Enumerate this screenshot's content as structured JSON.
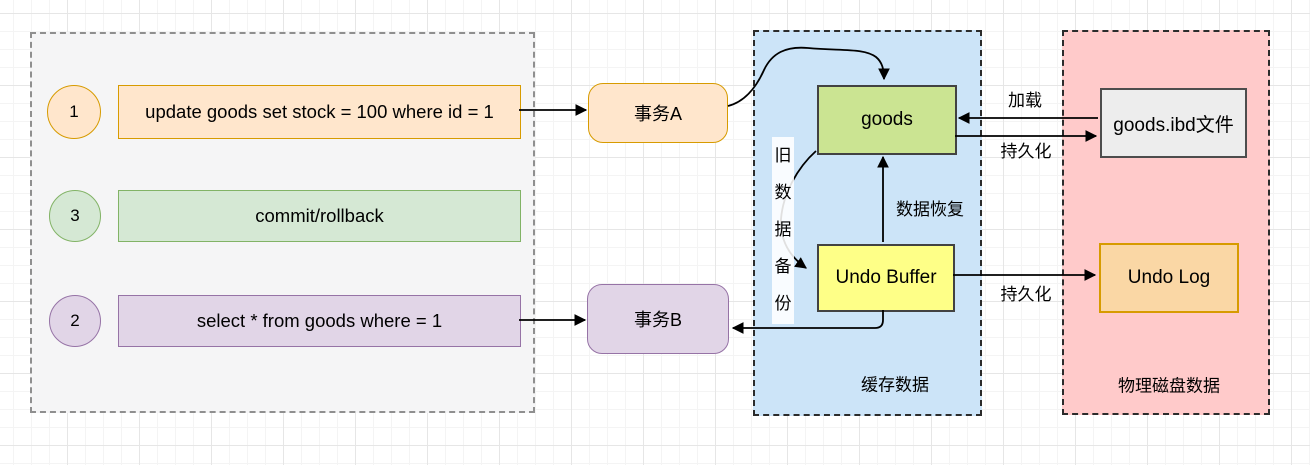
{
  "sql_panel": {
    "steps": [
      {
        "number": "1",
        "text": "update goods set stock = 100 where id = 1"
      },
      {
        "number": "3",
        "text": "commit/rollback"
      },
      {
        "number": "2",
        "text": "select * from goods where = 1"
      }
    ]
  },
  "transactions": {
    "a": "事务A",
    "b": "事务B"
  },
  "cache_panel": {
    "title": "缓存数据",
    "goods": "goods",
    "undo_buffer": "Undo Buffer"
  },
  "disk_panel": {
    "title": "物理磁盘数据",
    "ibd_file": "goods.ibd文件",
    "undo_log": "Undo Log"
  },
  "edge_labels": {
    "load": "加载",
    "persist_goods": "持久化",
    "persist_undo": "持久化",
    "data_recovery": "数据恢复",
    "old_data_backup": "旧数据备份"
  },
  "colors": {
    "orange_fill": "#ffe6cc",
    "orange_stroke": "#d79b00",
    "green_fill": "#d5e8d4",
    "green_stroke": "#82b366",
    "purple_fill": "#e1d5e7",
    "purple_stroke": "#9673a6",
    "goods_fill": "#cbe492",
    "undo_buffer_fill": "#feff87",
    "cache_bg": "#cce4f8",
    "disk_bg": "#ffcaca",
    "sql_panel_bg": "#f5f5f6",
    "ibd_file_fill": "#ededed",
    "undo_log_fill": "#fad7a5"
  }
}
